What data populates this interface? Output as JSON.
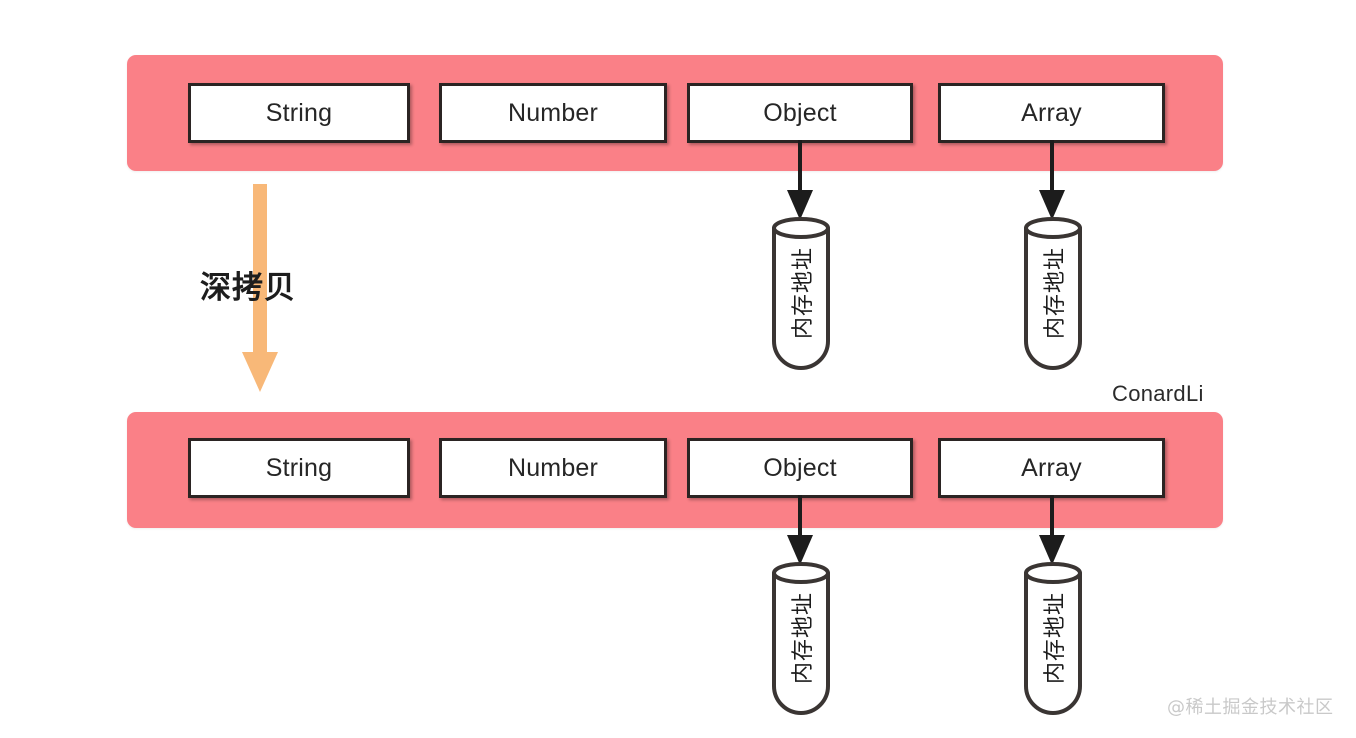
{
  "diagram": {
    "title": "深拷贝 (Deep Copy) memory diagram",
    "colors": {
      "container_pink": "#fa8087",
      "arrow_orange": "#f8b878",
      "box_border": "#2b2423",
      "box_fill": "#ffffff",
      "text_dark": "#262626",
      "watermark_gray": "#c9c9c9"
    },
    "source_container": {
      "name": "original-object",
      "boxes": [
        {
          "label": "String",
          "has_pointer": false
        },
        {
          "label": "Number",
          "has_pointer": false
        },
        {
          "label": "Object",
          "has_pointer": true
        },
        {
          "label": "Array",
          "has_pointer": true
        }
      ],
      "memory_cells": [
        {
          "label": "内存地址"
        },
        {
          "label": "内存地址"
        }
      ]
    },
    "copy_container": {
      "name": "deep-copied-object",
      "boxes": [
        {
          "label": "String",
          "has_pointer": false
        },
        {
          "label": "Number",
          "has_pointer": false
        },
        {
          "label": "Object",
          "has_pointer": true
        },
        {
          "label": "Array",
          "has_pointer": true
        }
      ],
      "memory_cells": [
        {
          "label": "内存地址"
        },
        {
          "label": "内存地址"
        }
      ]
    },
    "operation": {
      "label": "深拷贝",
      "arrow_direction": "down"
    },
    "author_tag": "ConardLi",
    "watermark": "@稀土掘金技术社区"
  }
}
